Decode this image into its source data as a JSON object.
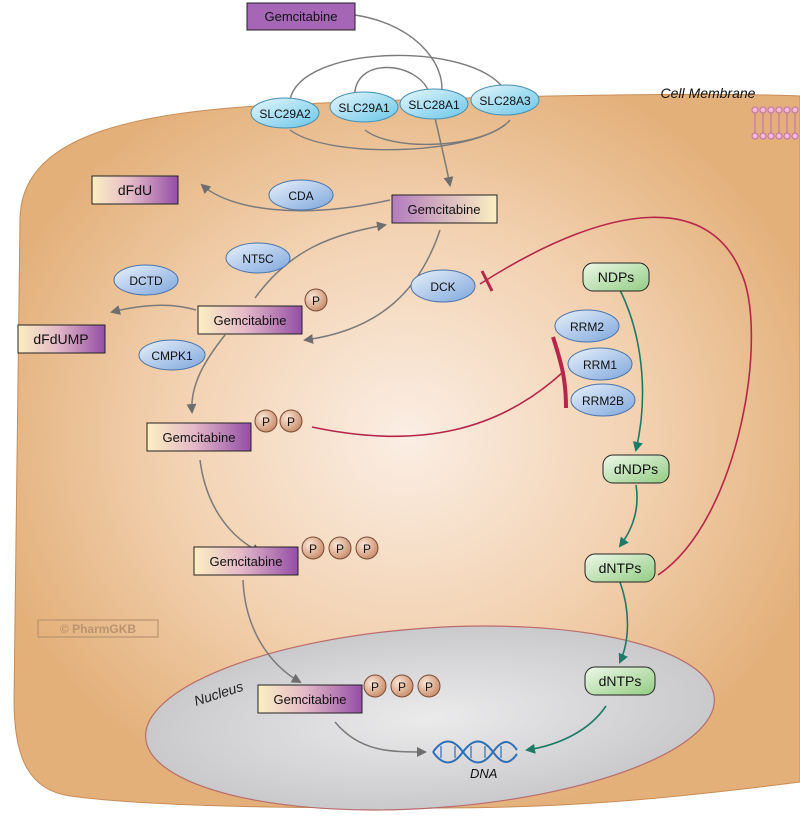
{
  "labels": {
    "cell_membrane": "Cell Membrane",
    "nucleus": "Nucleus",
    "dna": "DNA",
    "watermark": "© PharmGKB"
  },
  "compounds": {
    "gemcitabine_extracellular": "Gemcitabine",
    "gemcitabine_intracellular": "Gemcitabine",
    "gemcitabine_mono": "Gemcitabine",
    "gemcitabine_di": "Gemcitabine",
    "gemcitabine_tri": "Gemcitabine",
    "gemcitabine_nuclear": "Gemcitabine",
    "dFdU": "dFdU",
    "dFdUMP": "dFdUMP"
  },
  "phosphate_label": "P",
  "transporters": [
    "SLC29A2",
    "SLC29A1",
    "SLC28A1",
    "SLC28A3"
  ],
  "enzymes": {
    "cda": "CDA",
    "nt5c": "NT5C",
    "dctd": "DCTD",
    "dck": "DCK",
    "cmpk1": "CMPK1",
    "rrm2": "RRM2",
    "rrm1": "RRM1",
    "rrm2b": "RRM2B"
  },
  "nucleotides": {
    "ndps": "NDPs",
    "dndps": "dNDPs",
    "dntps_cyto": "dNTPs",
    "dntps_nuc": "dNTPs"
  },
  "colors": {
    "cell_fill": "#e7b57f",
    "cell_center": "#fbeee4",
    "nucleus_fill": "#c9c9cc",
    "enzyme_fill": "#8fb2e0",
    "transporter_fill": "#8fd6ee",
    "compound_gradient_start": "#fbe9b6",
    "compound_gradient_end": "#9a55a8",
    "nucleotide_fill": "#c4e5b6",
    "inhibition": "#b5264a",
    "green_arrow": "#1c7a66",
    "grey_arrow": "#7a7a7a"
  }
}
